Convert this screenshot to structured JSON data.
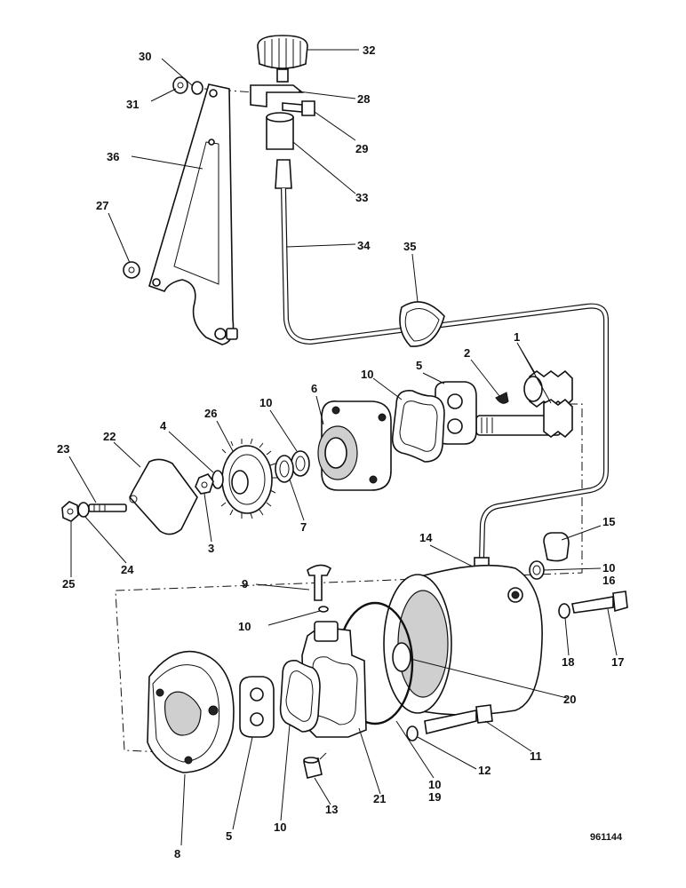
{
  "diagram": {
    "reference_number": "961144",
    "callouts": [
      "1",
      "2",
      "3",
      "4",
      "5",
      "5",
      "6",
      "7",
      "8",
      "9",
      "10",
      "10",
      "10",
      "10",
      "10",
      "10",
      "11",
      "12",
      "13",
      "14",
      "15",
      "16",
      "17",
      "18",
      "19",
      "20",
      "21",
      "22",
      "23",
      "24",
      "25",
      "26",
      "27",
      "28",
      "29",
      "30",
      "31",
      "32",
      "33",
      "34",
      "35",
      "36"
    ]
  }
}
